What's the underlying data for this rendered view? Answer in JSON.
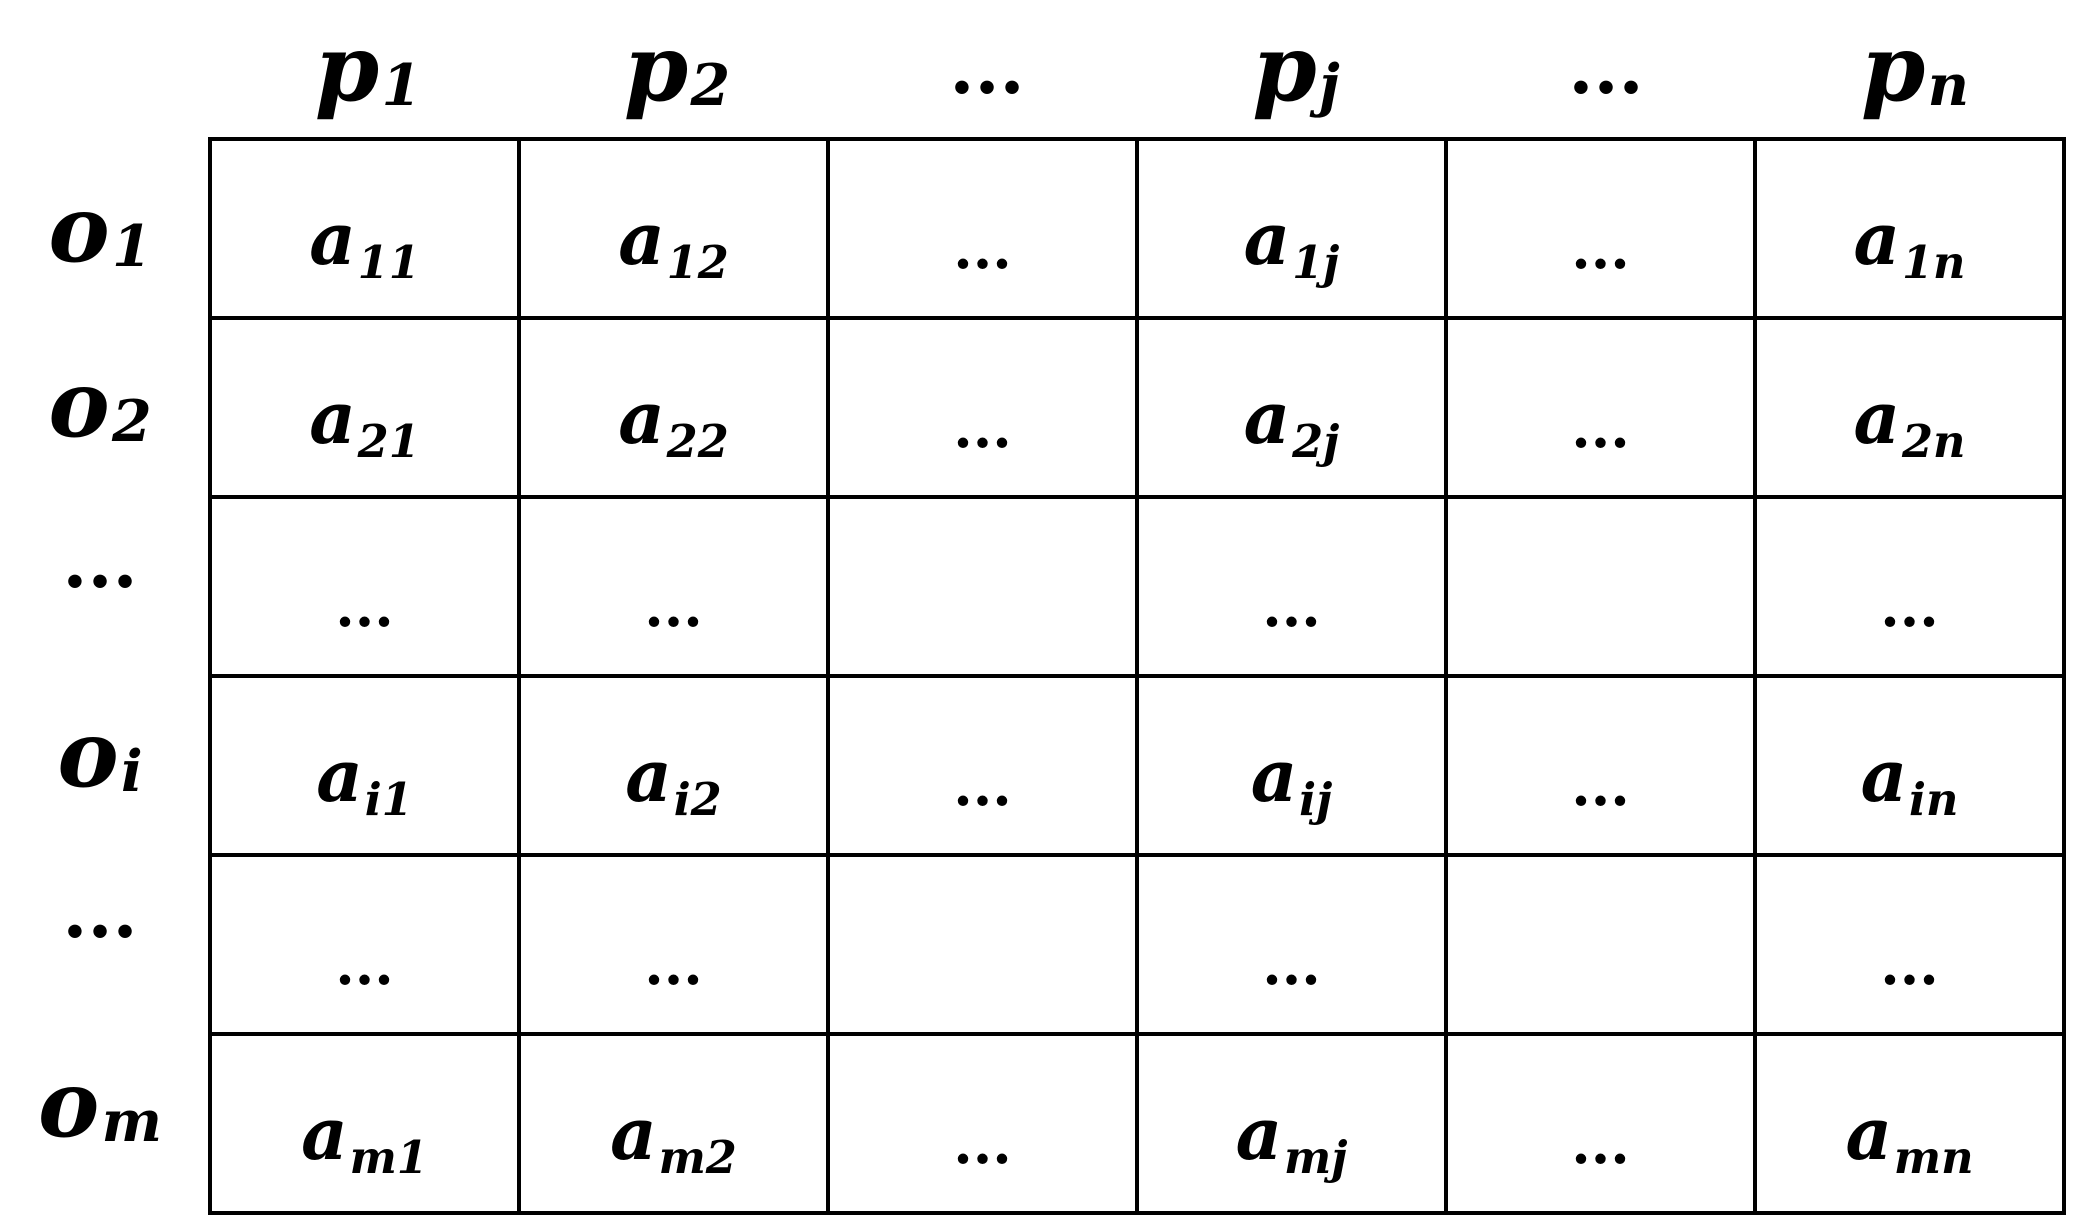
{
  "columns": [
    {
      "base": "p",
      "sub": "1"
    },
    {
      "base": "p",
      "sub": "2"
    },
    {
      "base": "...",
      "sub": ""
    },
    {
      "base": "p",
      "sub": "j"
    },
    {
      "base": "...",
      "sub": ""
    },
    {
      "base": "p",
      "sub": "n"
    }
  ],
  "rows": [
    {
      "label": {
        "base": "o",
        "sub": "1"
      },
      "cells": [
        {
          "base": "a",
          "sub": "11"
        },
        {
          "base": "a",
          "sub": "12"
        },
        {
          "base": "...",
          "sub": ""
        },
        {
          "base": "a",
          "sub": "1j"
        },
        {
          "base": "...",
          "sub": ""
        },
        {
          "base": "a",
          "sub": "1n"
        }
      ]
    },
    {
      "label": {
        "base": "o",
        "sub": "2"
      },
      "cells": [
        {
          "base": "a",
          "sub": "21"
        },
        {
          "base": "a",
          "sub": "22"
        },
        {
          "base": "...",
          "sub": ""
        },
        {
          "base": "a",
          "sub": "2j"
        },
        {
          "base": "...",
          "sub": ""
        },
        {
          "base": "a",
          "sub": "2n"
        }
      ]
    },
    {
      "label": {
        "base": "...",
        "sub": ""
      },
      "cells": [
        {
          "base": "...",
          "sub": ""
        },
        {
          "base": "...",
          "sub": ""
        },
        {
          "base": "",
          "sub": ""
        },
        {
          "base": "...",
          "sub": ""
        },
        {
          "base": "",
          "sub": ""
        },
        {
          "base": "...",
          "sub": ""
        }
      ]
    },
    {
      "label": {
        "base": "o",
        "sub": "i"
      },
      "cells": [
        {
          "base": "a",
          "sub": "i1"
        },
        {
          "base": "a",
          "sub": "i2"
        },
        {
          "base": "...",
          "sub": ""
        },
        {
          "base": "a",
          "sub": "ij"
        },
        {
          "base": "...",
          "sub": ""
        },
        {
          "base": "a",
          "sub": "in"
        }
      ]
    },
    {
      "label": {
        "base": "...",
        "sub": ""
      },
      "cells": [
        {
          "base": "...",
          "sub": ""
        },
        {
          "base": "...",
          "sub": ""
        },
        {
          "base": "",
          "sub": ""
        },
        {
          "base": "...",
          "sub": ""
        },
        {
          "base": "",
          "sub": ""
        },
        {
          "base": "...",
          "sub": ""
        }
      ]
    },
    {
      "label": {
        "base": "o",
        "sub": "m"
      },
      "cells": [
        {
          "base": "a",
          "sub": "m1"
        },
        {
          "base": "a",
          "sub": "m2"
        },
        {
          "base": "...",
          "sub": ""
        },
        {
          "base": "a",
          "sub": "mj"
        },
        {
          "base": "...",
          "sub": ""
        },
        {
          "base": "a",
          "sub": "mn"
        }
      ]
    }
  ]
}
